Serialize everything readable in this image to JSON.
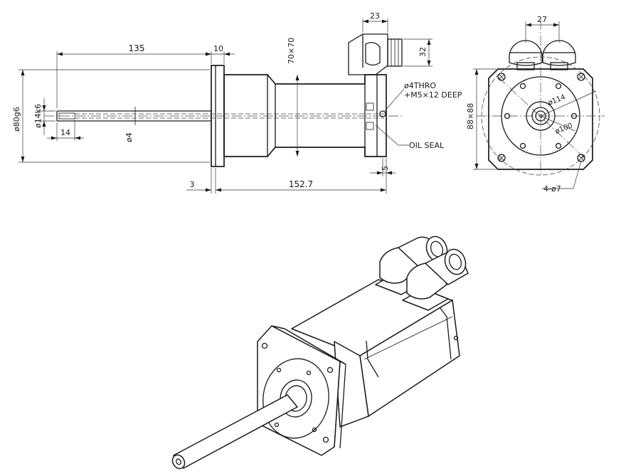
{
  "side_view": {
    "dims": {
      "shaft_length": "135",
      "flange_thickness": "10",
      "pilot_step": "3",
      "body_length": "152.7",
      "rear_offset": "5",
      "connector_width": "23",
      "connector_height": "32",
      "pilot_diameter": "ø80g6",
      "shaft_diameter": "ø14k6",
      "shaft_key_length": "14",
      "bore_diameter": "ø4",
      "body_section": "70×70"
    },
    "notes": {
      "thread_line1": "ø4THRΟ",
      "thread_line2": "+M5×12 DEEP",
      "oil_seal": "OIL SEAL"
    }
  },
  "end_view": {
    "dims": {
      "connector_spacing": "27",
      "flange_square": "88×88",
      "bolt_circle": "ø114",
      "inner_circle": "ø100",
      "mounting_holes": "4-ø7"
    }
  }
}
